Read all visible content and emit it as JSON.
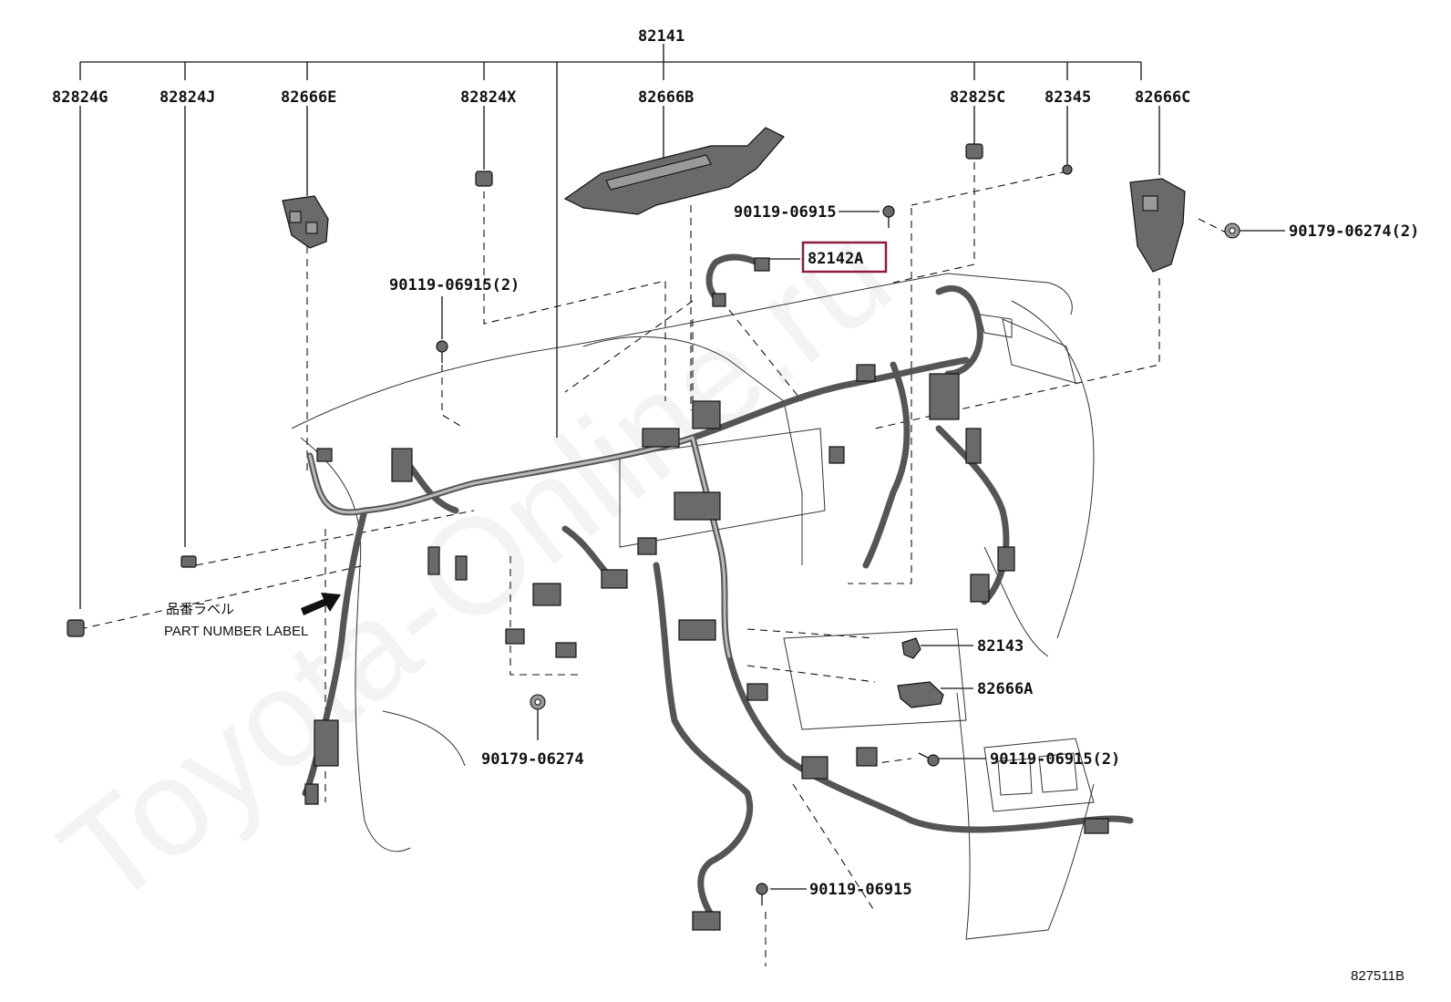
{
  "diagram": {
    "watermark": "Toyota-Online.ru",
    "top_label": "82141",
    "labels": {
      "p82824g": "82824G",
      "p82824j": "82824J",
      "p82666e": "82666E",
      "p82824x": "82824X",
      "p82666b": "82666B",
      "p82825c": "82825C",
      "p82345": "82345",
      "p82666c": "82666C",
      "bolt_top": "90119-06915",
      "nut_right": "90179-06274(2)",
      "p82142a": "82142A",
      "bolt_left": "90119-06915(2)",
      "p82143": "82143",
      "p82666a": "82666A",
      "nut_bottom": "90179-06274",
      "bolt_right": "90119-06915(2)",
      "bolt_bottom": "90119-06915"
    },
    "part_label_jp": "品番ラベル",
    "part_label_en": "PART NUMBER LABEL",
    "figure_code": "827511B",
    "highlight_color": "#8b1c3a"
  }
}
